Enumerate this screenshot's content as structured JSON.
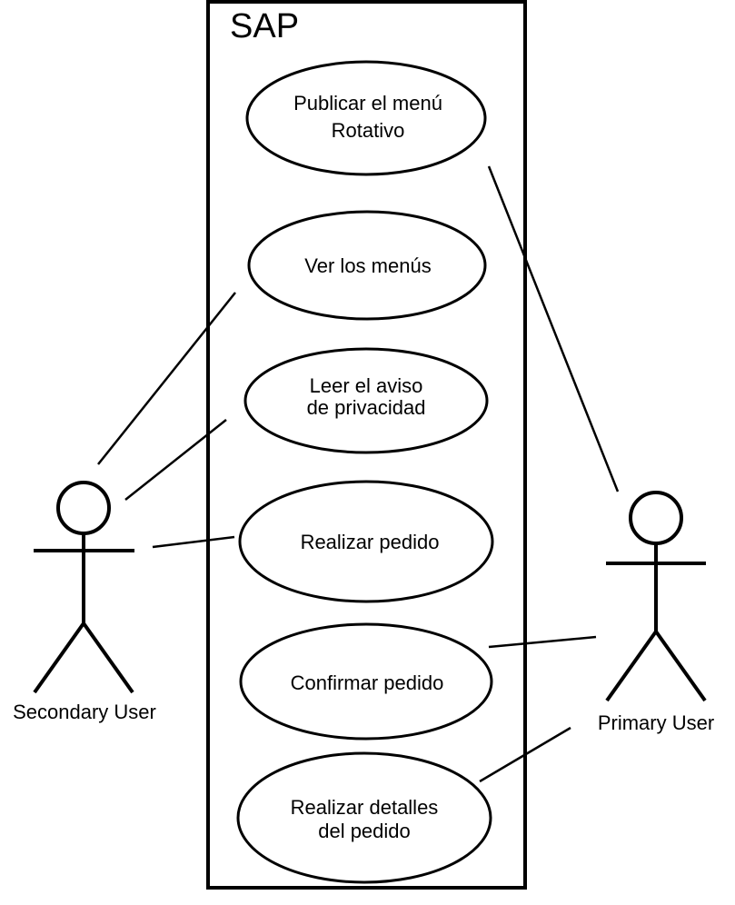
{
  "system": {
    "title": "SAP"
  },
  "use_cases": [
    {
      "id": "publicar",
      "lines": [
        "Publicar el menú",
        "Rotativo"
      ]
    },
    {
      "id": "ver",
      "lines": [
        "Ver los menús"
      ]
    },
    {
      "id": "leer",
      "lines": [
        "Leer el aviso",
        "de privacidad"
      ]
    },
    {
      "id": "realizar",
      "lines": [
        "Realizar pedido"
      ]
    },
    {
      "id": "confirmar",
      "lines": [
        "Confirmar pedido"
      ]
    },
    {
      "id": "detalles",
      "lines": [
        "Realizar detalles",
        "del pedido"
      ]
    }
  ],
  "actors": {
    "secondary": {
      "label": "Secondary User"
    },
    "primary": {
      "label": "Primary User"
    }
  },
  "associations": [
    {
      "actor": "secondary",
      "use_case": "ver"
    },
    {
      "actor": "secondary",
      "use_case": "leer"
    },
    {
      "actor": "secondary",
      "use_case": "realizar"
    },
    {
      "actor": "primary",
      "use_case": "publicar"
    },
    {
      "actor": "primary",
      "use_case": "confirmar"
    },
    {
      "actor": "primary",
      "use_case": "detalles"
    }
  ]
}
